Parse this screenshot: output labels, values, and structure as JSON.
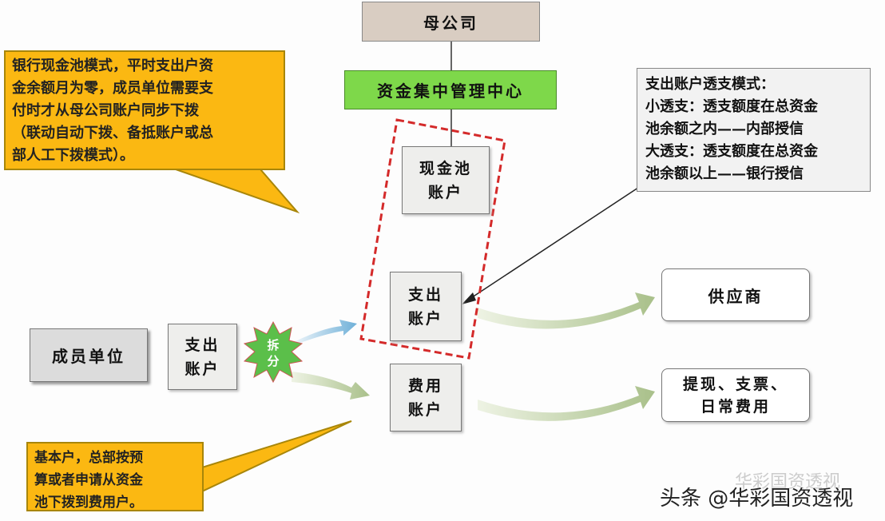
{
  "parent_company": "母公司",
  "center": "资金集中管理中心",
  "cash_pool_account": [
    "现金池",
    "账户"
  ],
  "pay_account": [
    "支出",
    "账户"
  ],
  "expense_account": [
    "费用",
    "账户"
  ],
  "member_unit": "成员单位",
  "member_pay_account": [
    "支出",
    "账户"
  ],
  "split": [
    "拆",
    "分"
  ],
  "supplier": "供应商",
  "cash_out": [
    "提现、支票、",
    "日常费用"
  ],
  "callout_top": [
    "银行现金池模式，平时支出户资",
    "金余额月为零，成员单位需要支",
    "付时才从母公司账户同步下拨",
    "（联动自动下拨、备抵账户或总",
    "部人工下拨模式）。"
  ],
  "callout_right": [
    "支出账户透支模式：",
    "小透支：透支额度在总资金",
    "池余额之内——内部授信",
    "大透支：透支额度在总资金",
    "池余额以上——银行授信"
  ],
  "callout_bottom": [
    "基本户，总部按预",
    "算或者申请从资金",
    "池下拨到费用户。"
  ],
  "watermark": "头条 @华彩国资透视",
  "watermark_faint": "华彩国资透视",
  "colors": {
    "green": "#7ed84a",
    "yellow": "#fbb812",
    "red_dashed": "#d42a2a"
  }
}
